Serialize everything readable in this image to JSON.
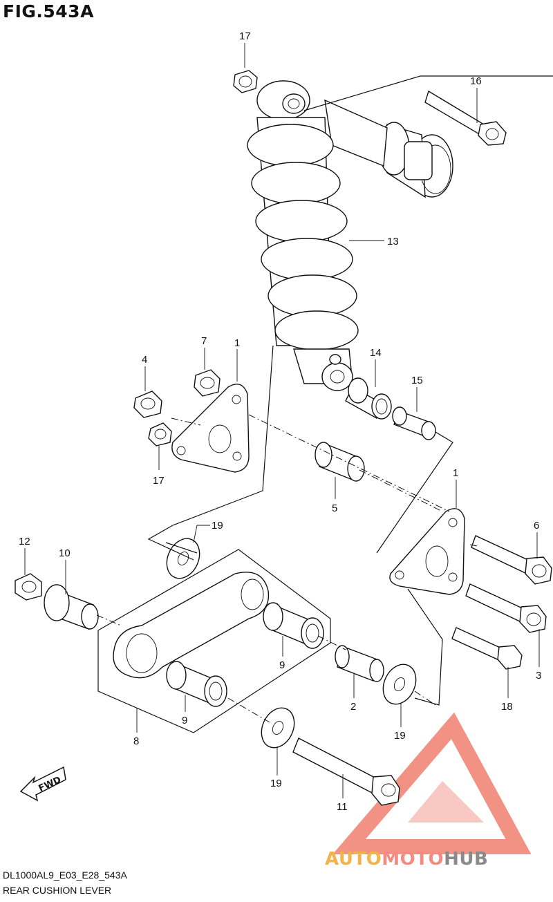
{
  "figure": {
    "title": "FIG.543A",
    "code": "DL1000AL9_E03_E28_543A",
    "name": "REAR CUSHION LEVER"
  },
  "fwd_label": "FWD",
  "watermark": {
    "part1": "AUTO",
    "part2": "MOTO",
    "part3": "HUB"
  },
  "callouts": [
    {
      "id": "c17a",
      "text": "17"
    },
    {
      "id": "c16",
      "text": "16"
    },
    {
      "id": "c13",
      "text": "13"
    },
    {
      "id": "c7",
      "text": "7"
    },
    {
      "id": "c1a",
      "text": "1"
    },
    {
      "id": "c4",
      "text": "4"
    },
    {
      "id": "c14",
      "text": "14"
    },
    {
      "id": "c15",
      "text": "15"
    },
    {
      "id": "c17b",
      "text": "17"
    },
    {
      "id": "c5",
      "text": "5"
    },
    {
      "id": "c1b",
      "text": "1"
    },
    {
      "id": "c19a",
      "text": "19"
    },
    {
      "id": "c6",
      "text": "6"
    },
    {
      "id": "c12",
      "text": "12"
    },
    {
      "id": "c10",
      "text": "10"
    },
    {
      "id": "c9a",
      "text": "9"
    },
    {
      "id": "c3",
      "text": "3"
    },
    {
      "id": "c2",
      "text": "2"
    },
    {
      "id": "c18",
      "text": "18"
    },
    {
      "id": "c9b",
      "text": "9"
    },
    {
      "id": "c8",
      "text": "8"
    },
    {
      "id": "c19b",
      "text": "19"
    },
    {
      "id": "c19c",
      "text": "19"
    },
    {
      "id": "c11",
      "text": "11"
    }
  ],
  "colors": {
    "line": "#111111",
    "watermark_red": "#f08070",
    "watermark_orange": "#f4b24a",
    "watermark_gray": "#8a8a8a"
  }
}
